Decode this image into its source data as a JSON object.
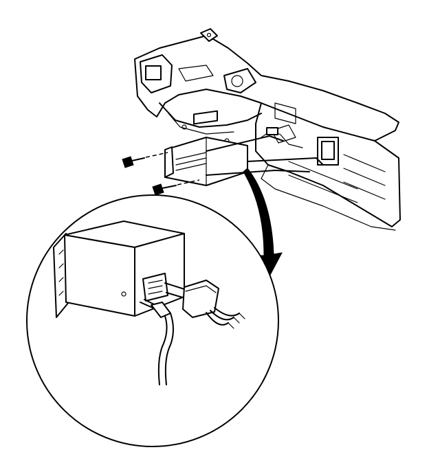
{
  "figure": {
    "background": "#ffffff",
    "line_color": "#000000",
    "parts": [
      "instrument-panel",
      "radio-unit",
      "mounting-screw",
      "mounting-screw",
      "detail-circle",
      "electrical-connector",
      "antenna-cable",
      "callout-arrow"
    ]
  }
}
